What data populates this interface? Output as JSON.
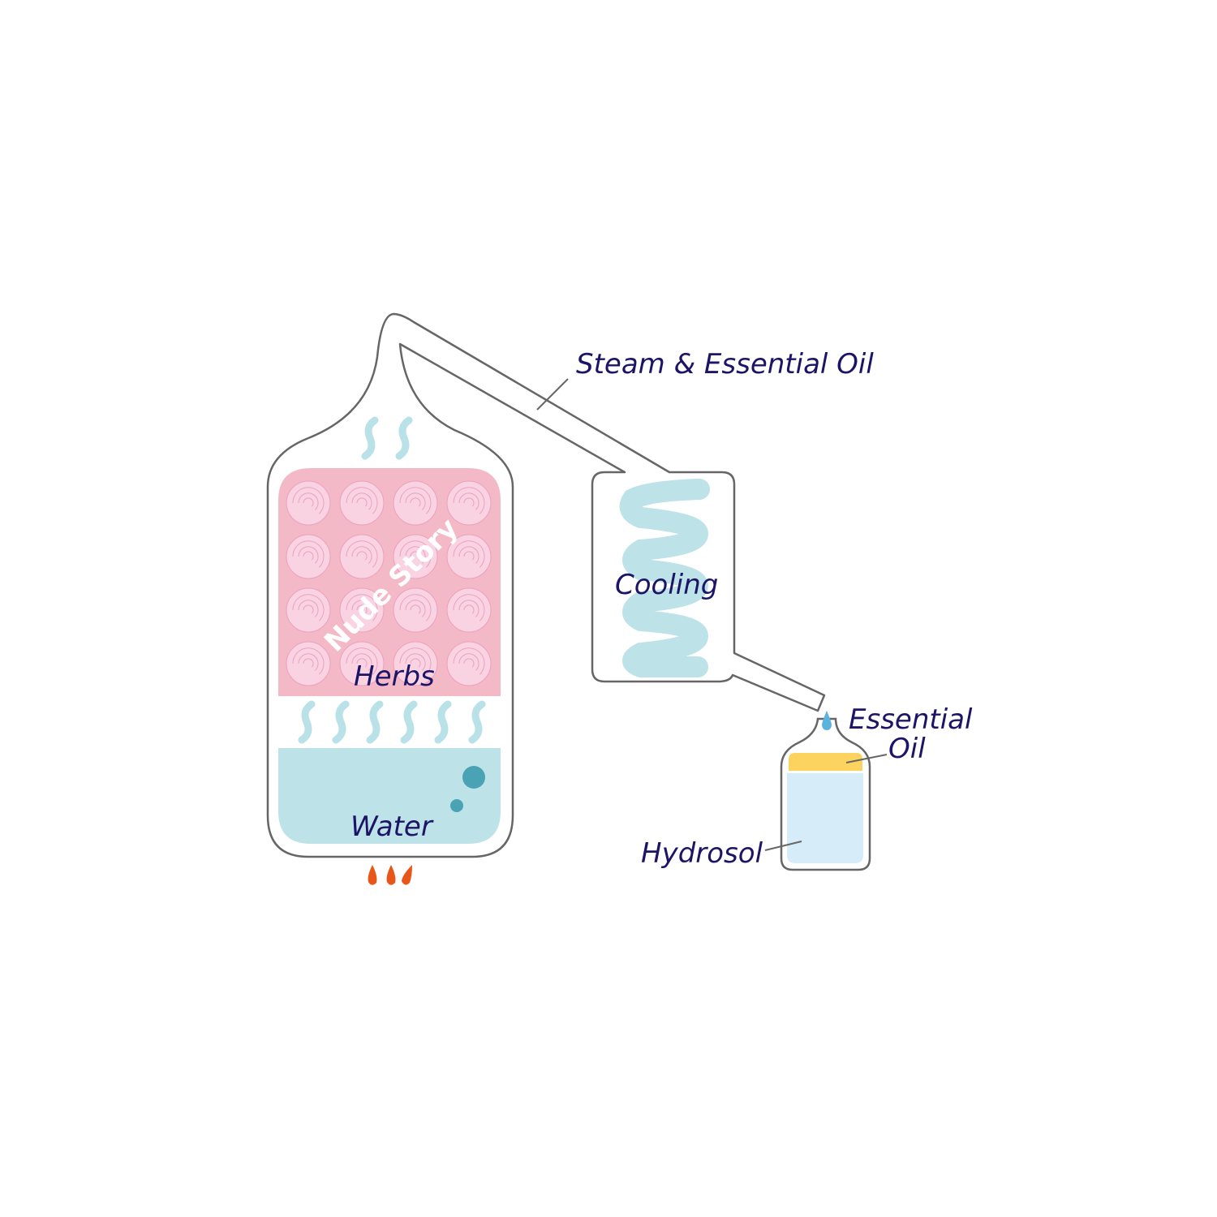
{
  "labels": {
    "steam": "Steam & Essential Oil",
    "cooling": "Cooling",
    "herbs": "Herbs",
    "water": "Water",
    "essential_oil_line1": "Essential",
    "essential_oil_line2": "Oil",
    "hydrosol": "Hydrosol"
  },
  "watermark": "Nude Story",
  "herbs_grid": {
    "rows": 4,
    "cols": 4
  },
  "colors": {
    "outline": "#666666",
    "text": "#1c1466",
    "herbs_bg": "#f3b9c6",
    "rose": "#f9d3e2",
    "rose_line": "#ee9fc0",
    "steam": "#b9e1e8",
    "water": "#bde2e8",
    "bubble": "#4aa3b5",
    "flame": "#e8561a",
    "oil": "#fbd35e",
    "hydrosol": "#d6ecf9",
    "drop": "#5bb3de"
  }
}
